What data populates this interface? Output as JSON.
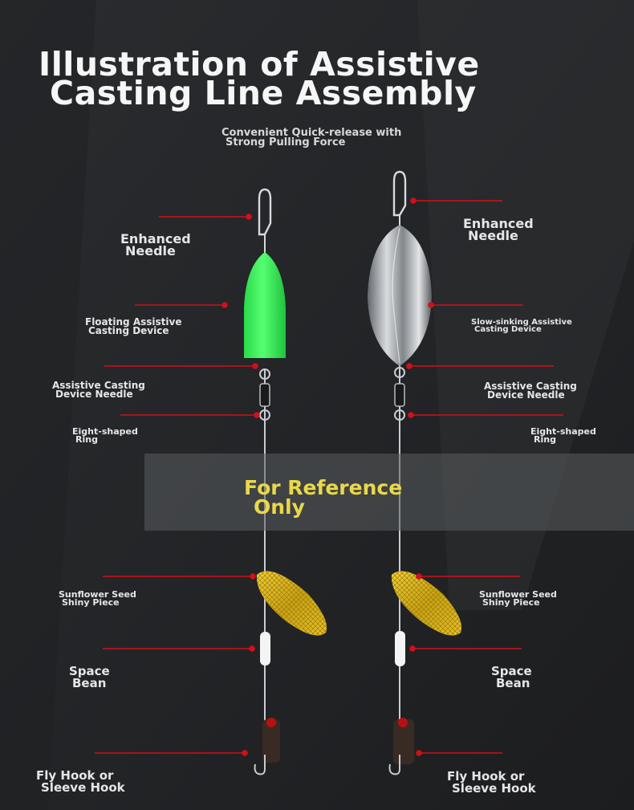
{
  "title": {
    "line1": "Illustration of Assistive",
    "line2": "Casting Line Assembly"
  },
  "subtitle": {
    "line1": "Convenient Quick-release with",
    "line2": "Strong Pulling Force"
  },
  "watermark": {
    "line1": "For Reference",
    "line2": "Only"
  },
  "left_labels": {
    "enhanced_needle": [
      "Enhanced",
      "Needle"
    ],
    "floating_device": [
      "Floating Assistive",
      "Casting Device"
    ],
    "device_needle": [
      "Assistive Casting",
      "Device Needle"
    ],
    "eight_ring": [
      "Eight-shaped",
      "Ring"
    ],
    "sunflower": [
      "Sunflower Seed",
      "Shiny Piece"
    ],
    "space_bean": [
      "Space",
      "Bean"
    ],
    "fly_hook": [
      "Fly Hook or",
      "Sleeve Hook"
    ]
  },
  "right_labels": {
    "enhanced_needle": [
      "Enhanced",
      "Needle"
    ],
    "slow_sinking_device": [
      "Slow-sinking Assistive",
      "Casting Device"
    ],
    "device_needle": [
      "Assistive Casting",
      "Device Needle"
    ],
    "eight_ring": [
      "Eight-shaped",
      "Ring"
    ],
    "sunflower": [
      "Sunflower Seed",
      "Shiny Piece"
    ],
    "space_bean": [
      "Space",
      "Bean"
    ],
    "fly_hook": [
      "Fly Hook or",
      "Sleeve Hook"
    ]
  },
  "colors": {
    "background": "#242628",
    "float_green": "#3cf25a",
    "leader_red": "#d0101a",
    "blade_gold": "#d8b21e",
    "watermark_yellow": "#e9d84a"
  }
}
